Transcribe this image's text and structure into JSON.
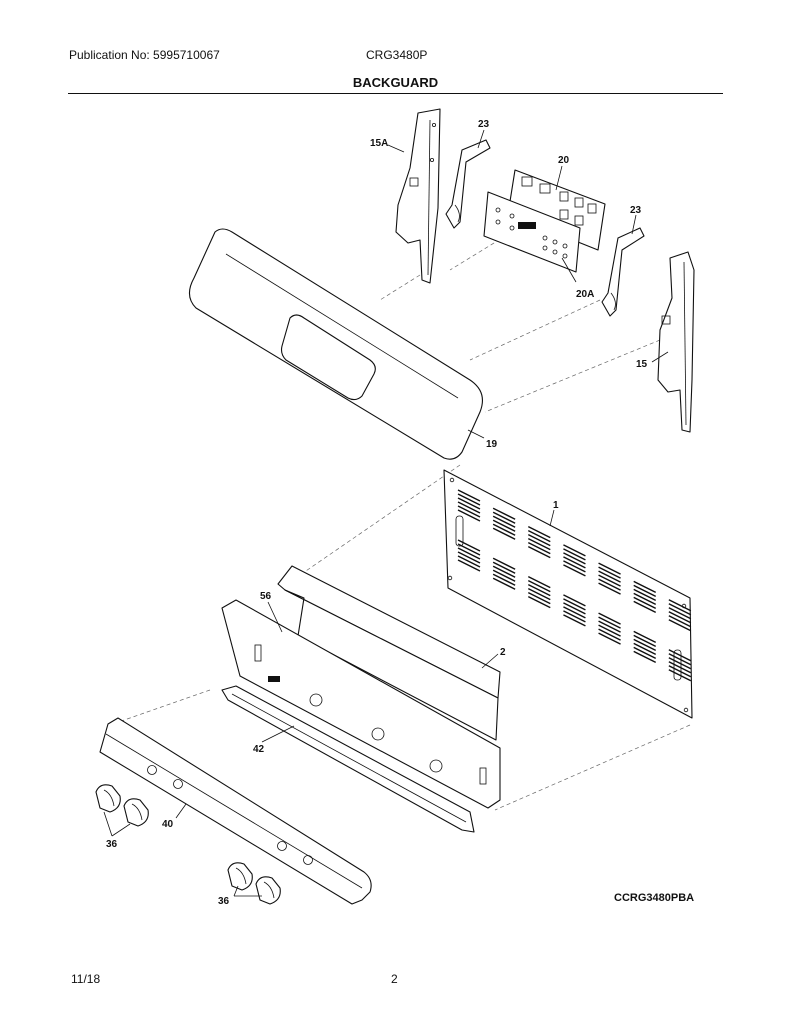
{
  "header": {
    "publication": "Publication No: 5995710067",
    "model": "CRG3480P",
    "title": "BACKGUARD"
  },
  "callouts": {
    "c15a": "15A",
    "c23a": "23",
    "c20": "20",
    "c23b": "23",
    "c20a": "20A",
    "c15": "15",
    "c19": "19",
    "c1": "1",
    "c56": "56",
    "c2": "2",
    "c42": "42",
    "c40": "40",
    "c36a": "36",
    "c36b": "36"
  },
  "footer": {
    "diagram_code": "CCRG3480PBA",
    "date": "11/18",
    "page": "2"
  }
}
